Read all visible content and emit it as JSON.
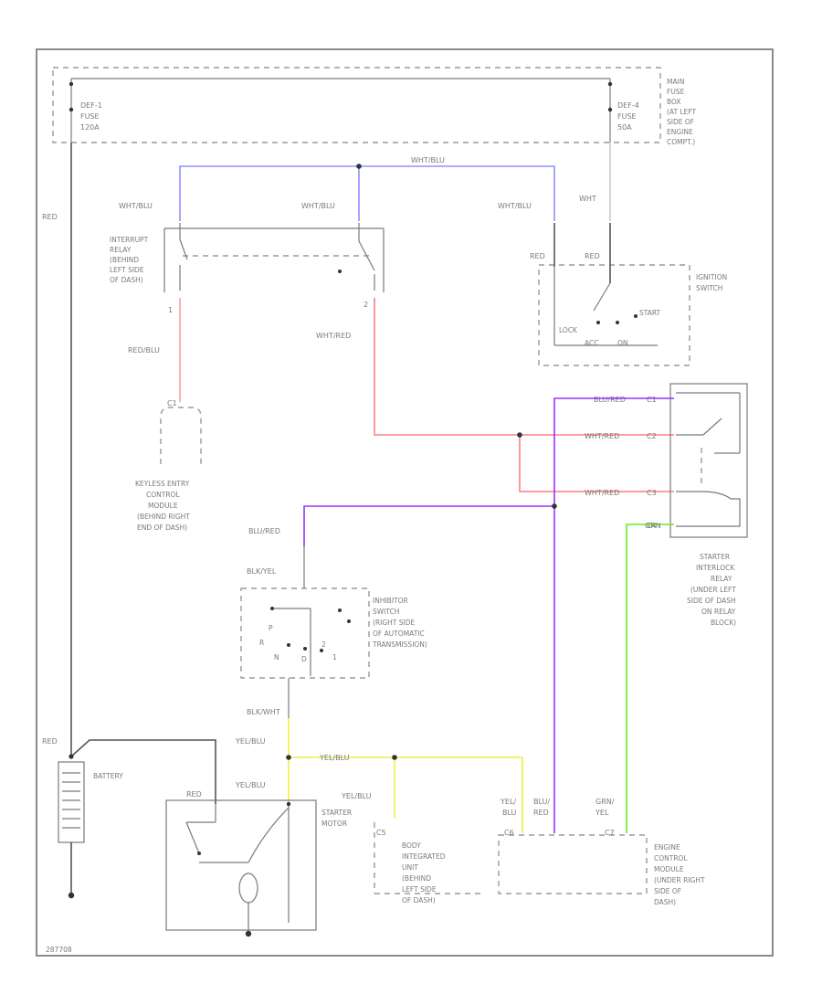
{
  "colors": {
    "wht_blu": "#8f8fff",
    "red_blu": "#ff9a9a",
    "wht_red": "#ff7f7f",
    "blu_red": "#9933ff",
    "grn": "#66ee22",
    "yel_blu": "#eeee44",
    "blk": "#333333",
    "frame": "#8a8a8a"
  },
  "labels": {
    "main_fuse_box": [
      "MAIN",
      "FUSE",
      "BOX",
      "(AT LEFT",
      "SIDE OF",
      "ENGINE",
      "COMPT.)"
    ],
    "fuse_left": [
      "DEF-1",
      "FUSE",
      "120A"
    ],
    "fuse_right": [
      "DEF-4",
      "FUSE",
      "50A"
    ],
    "interrupt_relay": [
      "INTERRUPT",
      "RELAY",
      "(BEHIND",
      "LEFT SIDE",
      "OF DASH)"
    ],
    "ignition_switch": [
      "IGNITION",
      "SWITCH"
    ],
    "ign_positions": [
      "LOCK",
      "ACC",
      "ON",
      "START"
    ],
    "keyless_module": [
      "KEYLESS ENTRY",
      "CONTROL",
      "MODULE",
      "(BEHIND RIGHT",
      "END OF DASH)"
    ],
    "starter_relay": [
      "STARTER",
      "INTERLOCK",
      "RELAY",
      "(UNDER LEFT",
      "SIDE OF DASH",
      "ON RELAY",
      "BLOCK)"
    ],
    "inhibitor_switch": [
      "INHIBITOR",
      "SWITCH",
      "(RIGHT SIDE",
      "OF AUTOMATIC",
      "TRANSMISSION)"
    ],
    "inhibitor_pins": [
      "R",
      "N",
      "D",
      "2",
      "1",
      "P"
    ],
    "battery": "BATTERY",
    "starter_motor": [
      "STARTER",
      "MOTOR"
    ],
    "body_unit": [
      "BODY",
      "INTEGRATED",
      "UNIT",
      "(BEHIND",
      "LEFT SIDE",
      "OF DASH)"
    ],
    "ecm": [
      "ENGINE",
      "CONTROL",
      "MODULE",
      "(UNDER RIGHT",
      "SIDE OF",
      "DASH)"
    ],
    "relay_pins": [
      "2",
      "1"
    ],
    "diagram_id": "287708"
  },
  "wires": {
    "red_left": "RED",
    "red_bottom": "RED",
    "wht_blu_top": "WHT/BLU",
    "wht_blu_relay": "WHT/BLU",
    "wht_blu_mid": "WHT/BLU",
    "wht_blu_ign": "WHT/BLU",
    "wht": "WHT",
    "red_ign1": "RED",
    "red_ign2": "RED",
    "red_blu": "RED/BLU",
    "wht_red": "WHT/RED",
    "blu_red_relay": "BLU/RED",
    "wht_red_a": "WHT/RED",
    "wht_red_b": "WHT/RED",
    "grn": "GRN",
    "blu_red": "BLU/RED",
    "blk_yel": "BLK/YEL",
    "blk_wht": "BLK/WHT",
    "yel_blu_1": "YEL/BLU",
    "yel_blu_2": "YEL/BLU",
    "yel_blu_3": "YEL/BLU",
    "yel_blu_4": "YEL/BLU",
    "yel_blu_ecm": [
      "YEL/",
      "BLU"
    ],
    "blu_red_ecm": [
      "BLU/",
      "RED"
    ],
    "grn_yel_ecm": [
      "GRN/",
      "YEL"
    ]
  },
  "connectors": {
    "keyless": "C1",
    "relay_1": "C1",
    "relay_2": "C2",
    "relay_3": "C3",
    "relay_4": "C4",
    "body": "C5",
    "ecm": "C6",
    "ecm_pin": "C7"
  }
}
